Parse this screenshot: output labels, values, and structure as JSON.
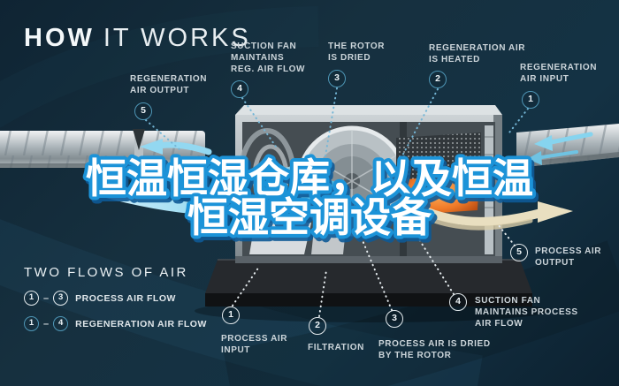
{
  "title": {
    "word_bold": "HOW",
    "word_light": "IT WORKS"
  },
  "headline": {
    "line1": "恒温恒湿仓库，以及恒温",
    "line2": "恒湿空调设备",
    "fill": "#ffffff",
    "stroke": "#1e93d8",
    "shadow": "#0d5a96"
  },
  "colors": {
    "background": "#16303f",
    "accent_teal": "#4e96b6",
    "leader_blue": "#74b6d6",
    "badge_white": "#e4ebee",
    "label_text": "#ccd5da",
    "heater_orange": "#ef7a28",
    "flow_blue": "#56bfe6",
    "flow_cream": "#e9dfc0"
  },
  "top_callouts": [
    {
      "num": "5",
      "label": "REGENERATION\nAIR OUTPUT"
    },
    {
      "num": "4",
      "label": "SUCTION FAN\nMAINTAINS\nREG. AIR FLOW"
    },
    {
      "num": "3",
      "label": "THE ROTOR\nIS DRIED"
    },
    {
      "num": "2",
      "label": "REGENERATION AIR\nIS HEATED"
    },
    {
      "num": "1",
      "label": "REGENERATION\nAIR INPUT"
    }
  ],
  "bottom_callouts": [
    {
      "num": "1",
      "label": "PROCESS AIR\nINPUT"
    },
    {
      "num": "2",
      "label": "FILTRATION"
    },
    {
      "num": "3",
      "label": "PROCESS AIR IS DRIED\nBY THE ROTOR"
    },
    {
      "num": "4",
      "label": "SUCTION FAN\nMAINTAINS PROCESS\nAIR FLOW"
    },
    {
      "num": "5",
      "label": "PROCESS AIR\nOUTPUT"
    }
  ],
  "legend": {
    "title": "TWO FLOWS OF AIR",
    "rows": [
      {
        "from": "1",
        "to": "3",
        "label": "PROCESS AIR FLOW",
        "style": "white"
      },
      {
        "from": "1",
        "to": "4",
        "label": "REGENERATION AIR FLOW",
        "style": "teal"
      }
    ]
  },
  "machine": {
    "description": "cutaway desiccant dehumidifier unit with spiral ducts left and right"
  }
}
